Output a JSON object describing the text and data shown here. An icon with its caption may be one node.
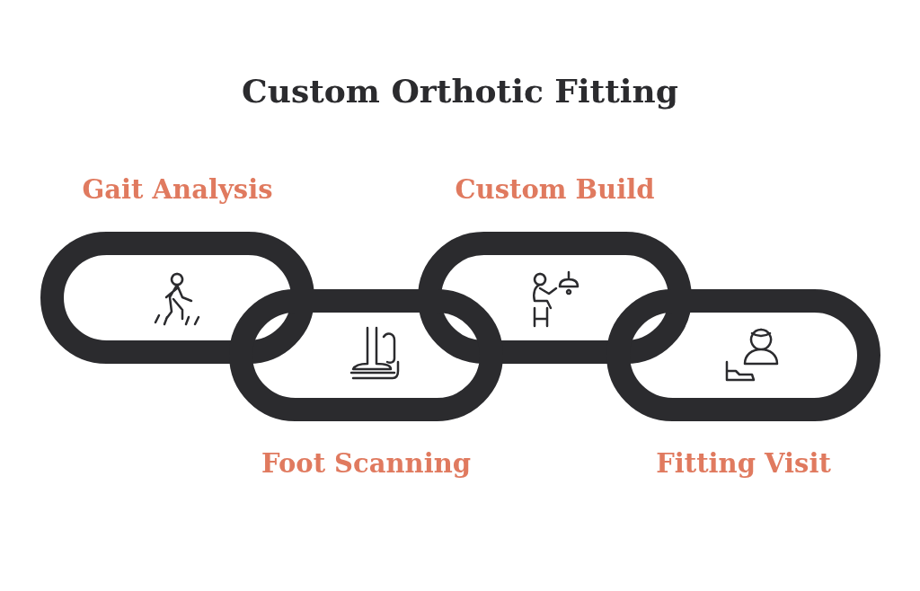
{
  "diagram": {
    "title": "Custom Orthotic Fitting",
    "nodes": [
      {
        "text": [
          "Gait Analysis"
        ]
      },
      {
        "text": [
          "Foot Scanning"
        ]
      },
      {
        "text": [
          "Custom Build"
        ]
      },
      {
        "text": [
          "Fitting Visit"
        ]
      }
    ]
  }
}
